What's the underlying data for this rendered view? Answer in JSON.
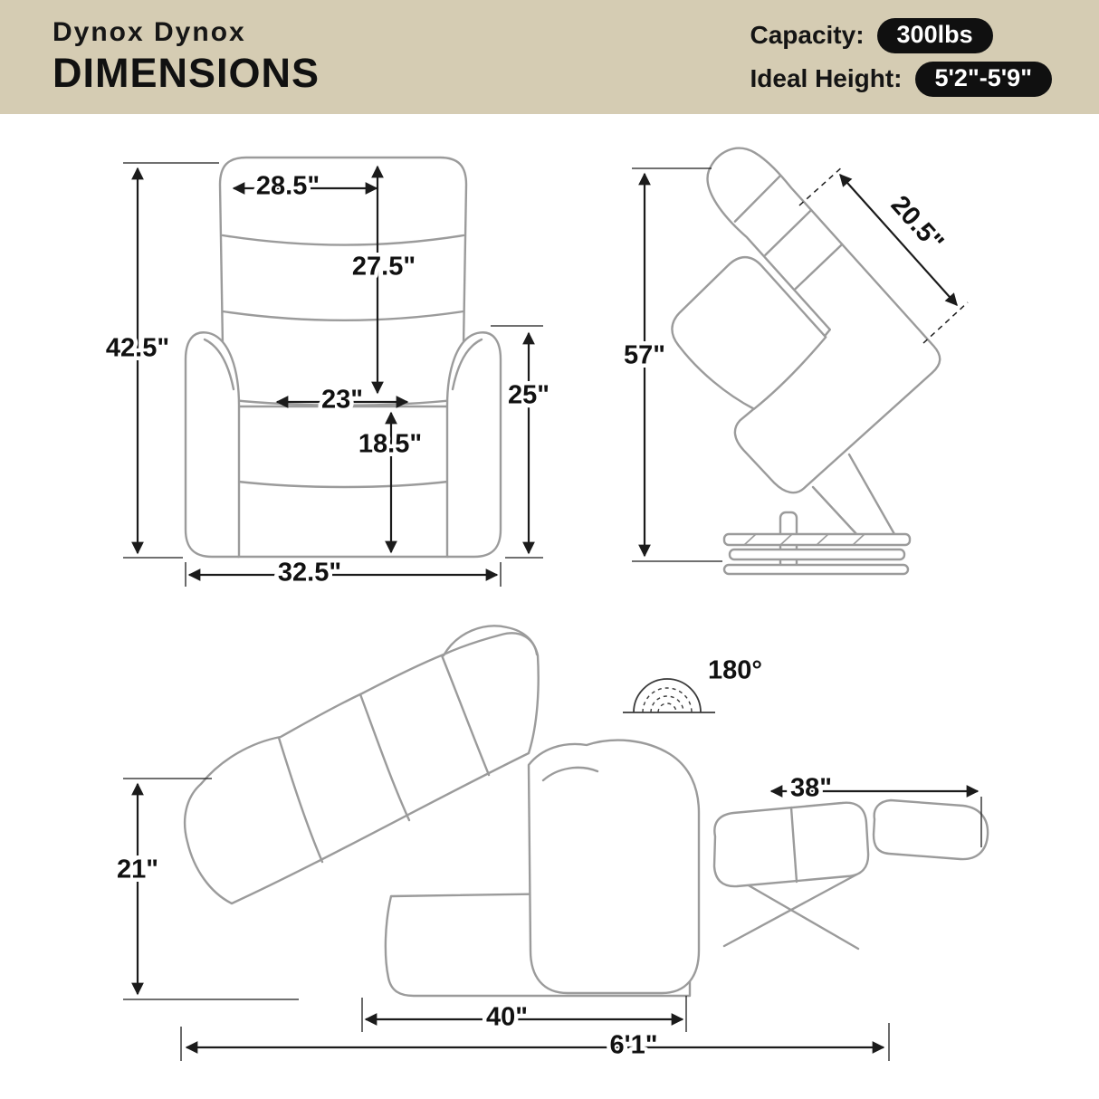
{
  "header": {
    "brand": "Dynox Dynox",
    "title": "DIMENSIONS",
    "capacity_label": "Capacity:",
    "capacity_value": "300lbs",
    "ideal_height_label": "Ideal Height:",
    "ideal_height_value": "5'2\"-5'9\""
  },
  "front_view": {
    "headrest_width": "28.5\"",
    "back_height": "27.5\"",
    "overall_height": "42.5\"",
    "seat_width": "23\"",
    "seat_front_height": "18.5\"",
    "arm_height": "25\"",
    "overall_width": "32.5\""
  },
  "side_view": {
    "lift_height": "57\"",
    "back_width": "20.5\""
  },
  "reclined_view": {
    "recline_angle": "180°",
    "footrest_extension": "38\"",
    "reclined_height": "21\"",
    "base_length": "40\"",
    "overall_reclined_length": "6'1\""
  },
  "colors": {
    "header_bg": "#d5ccb3",
    "pill_bg": "#101010",
    "dimension_line": "#1b1b1b",
    "chair_line": "#9b9b9b"
  }
}
